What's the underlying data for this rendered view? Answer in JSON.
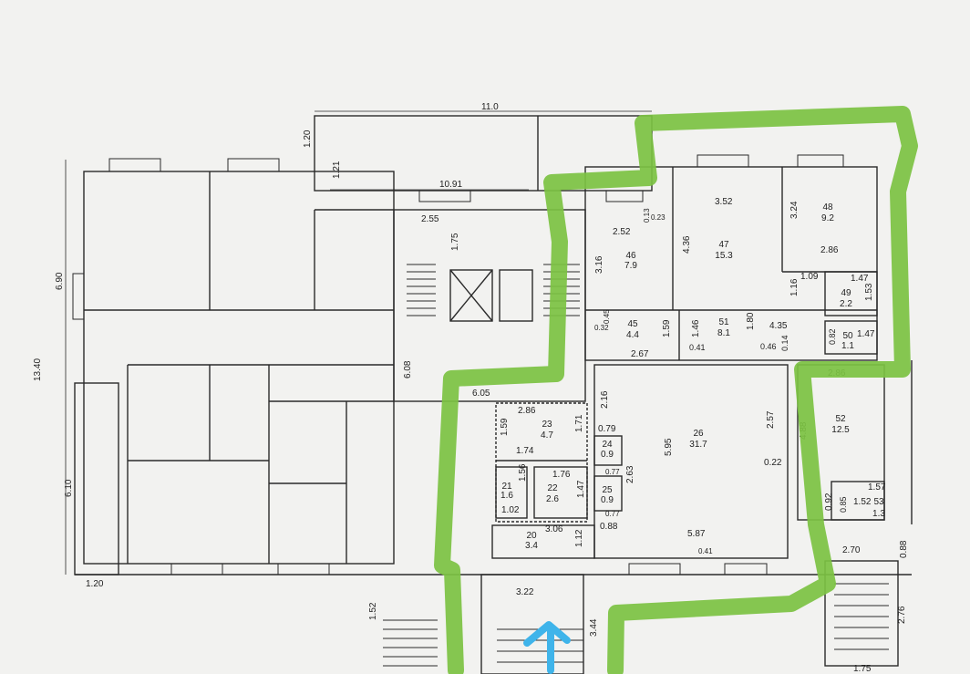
{
  "colors": {
    "paper": "#f2f2f0",
    "line": "#2a2a2a",
    "route": "#7cc242",
    "arrow": "#3fb4ea"
  },
  "dims": {
    "top_11_0": "11.0",
    "top_1_20": "1.20",
    "top_1_21": "1.21",
    "top_10_91": "10.91",
    "d_2_55": "2.55",
    "d_1_75": "1.75",
    "d_6_90": "6.90",
    "d_13_40": "13.40",
    "d_6_10": "6.10",
    "d_1_20b": "1.20",
    "d_6_08": "6.08",
    "d_6_05": "6.05",
    "d_3_22": "3.22",
    "d_1_52": "1.52",
    "d_3_44": "3.44",
    "d_2_70": "2.70",
    "d_0_88": "0.88",
    "d_2_76": "2.76",
    "d_1_75b": "1.75",
    "d_3_16": "3.16",
    "d_2_52": "2.52",
    "d_0_13": "0.13",
    "d_0_23": "0.23",
    "d_4_36": "4.36",
    "d_3_52": "3.52",
    "d_3_24": "3.24",
    "d_2_86a": "2.86",
    "d_1_09": "1.09",
    "d_1_16": "1.16",
    "d_1_47a": "1.47",
    "d_1_53": "1.53",
    "d_0_45": "0.45",
    "d_0_32": "0.32",
    "d_1_59": "1.59",
    "d_1_46": "1.46",
    "d_1_80": "1.80",
    "d_4_35": "4.35",
    "d_2_67": "2.67",
    "d_0_41": "0.41",
    "d_0_46": "0.46",
    "d_0_14": "0.14",
    "d_0_82": "0.82",
    "d_1_47b": "1.47",
    "d_2_86b": "2.86",
    "d_2_86c": "2.86",
    "d_1_59b": "1.59",
    "d_1_71": "1.71",
    "d_1_74": "1.74",
    "d_2_16": "2.16",
    "d_0_79": "0.79",
    "d_5_95": "5.95",
    "d_2_57": "2.57",
    "d_0_22": "0.22",
    "d_4_88": "4.88",
    "d_1_56": "1.56",
    "d_1_76": "1.76",
    "d_1_47c": "1.47",
    "d_1_02": "1.02",
    "d_0_77a": "0.77",
    "d_0_77b": "0.77",
    "d_2_63": "2.63",
    "d_3_06": "3.06",
    "d_1_12": "1.12",
    "d_0_88b": "0.88",
    "d_5_87": "5.87",
    "d_0_41b": "0.41",
    "d_0_92": "0.92",
    "d_0_85": "0.85",
    "d_1_57": "1.57",
    "d_1_52b": "1.52"
  },
  "rooms": [
    {
      "num": "46",
      "area": "7.9"
    },
    {
      "num": "47",
      "area": "15.3"
    },
    {
      "num": "48",
      "area": "9.2"
    },
    {
      "num": "49",
      "area": "2.2"
    },
    {
      "num": "45",
      "area": "4.4"
    },
    {
      "num": "51",
      "area": "8.1"
    },
    {
      "num": "50",
      "area": "1.1"
    },
    {
      "num": "23",
      "area": "4.7"
    },
    {
      "num": "24",
      "area": "0.9"
    },
    {
      "num": "26",
      "area": "31.7"
    },
    {
      "num": "52",
      "area": "12.5"
    },
    {
      "num": "21",
      "area": "1.6"
    },
    {
      "num": "22",
      "area": "2.6"
    },
    {
      "num": "25",
      "area": "0.9"
    },
    {
      "num": "53",
      "area": "1.3"
    },
    {
      "num": "20",
      "area": "3.4"
    }
  ]
}
